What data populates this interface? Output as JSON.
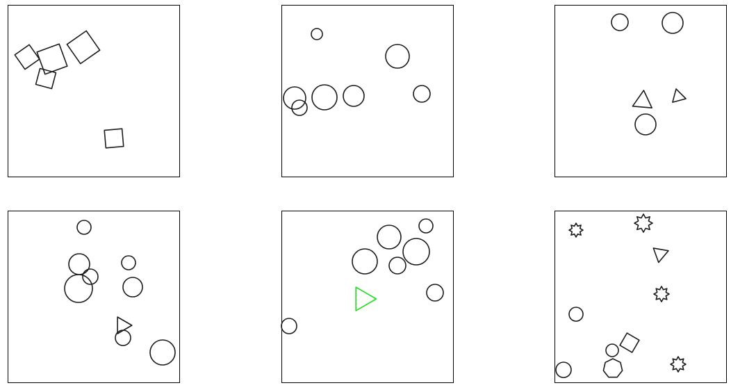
{
  "colors": {
    "background": "#ffffff",
    "frame": "#000000",
    "outline": "#1a1a1a",
    "highlight": "#22dd22"
  },
  "panels": [
    {
      "id": "panel-1",
      "shapes": [
        {
          "kind": "square",
          "color": "outline"
        },
        {
          "kind": "square",
          "color": "outline"
        },
        {
          "kind": "square",
          "color": "outline"
        },
        {
          "kind": "square",
          "color": "outline"
        },
        {
          "kind": "square",
          "color": "outline"
        }
      ]
    },
    {
      "id": "panel-2",
      "shapes": [
        {
          "kind": "circle",
          "color": "outline"
        },
        {
          "kind": "circle",
          "color": "outline"
        },
        {
          "kind": "circle",
          "color": "outline"
        },
        {
          "kind": "circle",
          "color": "outline"
        },
        {
          "kind": "circle",
          "color": "outline"
        },
        {
          "kind": "circle",
          "color": "outline"
        },
        {
          "kind": "circle",
          "color": "outline"
        }
      ]
    },
    {
      "id": "panel-3",
      "shapes": [
        {
          "kind": "circle",
          "color": "outline"
        },
        {
          "kind": "circle",
          "color": "outline"
        },
        {
          "kind": "triangle",
          "color": "outline"
        },
        {
          "kind": "triangle",
          "color": "outline"
        },
        {
          "kind": "circle",
          "color": "outline"
        }
      ]
    },
    {
      "id": "panel-4",
      "shapes": [
        {
          "kind": "circle",
          "color": "outline"
        },
        {
          "kind": "circle",
          "color": "outline"
        },
        {
          "kind": "circle",
          "color": "outline"
        },
        {
          "kind": "circle",
          "color": "outline"
        },
        {
          "kind": "circle",
          "color": "outline"
        },
        {
          "kind": "circle",
          "color": "outline"
        },
        {
          "kind": "triangle",
          "color": "outline"
        },
        {
          "kind": "circle",
          "color": "outline"
        },
        {
          "kind": "circle",
          "color": "outline"
        }
      ]
    },
    {
      "id": "panel-5",
      "shapes": [
        {
          "kind": "circle",
          "color": "outline"
        },
        {
          "kind": "circle",
          "color": "outline"
        },
        {
          "kind": "circle",
          "color": "outline"
        },
        {
          "kind": "circle",
          "color": "outline"
        },
        {
          "kind": "circle",
          "color": "outline"
        },
        {
          "kind": "triangle",
          "color": "highlight"
        },
        {
          "kind": "circle",
          "color": "outline"
        },
        {
          "kind": "circle",
          "color": "outline"
        }
      ]
    },
    {
      "id": "panel-6",
      "shapes": [
        {
          "kind": "star",
          "color": "outline"
        },
        {
          "kind": "star",
          "color": "outline"
        },
        {
          "kind": "triangle",
          "color": "outline"
        },
        {
          "kind": "star",
          "color": "outline"
        },
        {
          "kind": "circle",
          "color": "outline"
        },
        {
          "kind": "square",
          "color": "outline"
        },
        {
          "kind": "circle",
          "color": "outline"
        },
        {
          "kind": "circle",
          "color": "outline"
        },
        {
          "kind": "heptagon",
          "color": "outline"
        },
        {
          "kind": "star",
          "color": "outline"
        }
      ]
    }
  ]
}
